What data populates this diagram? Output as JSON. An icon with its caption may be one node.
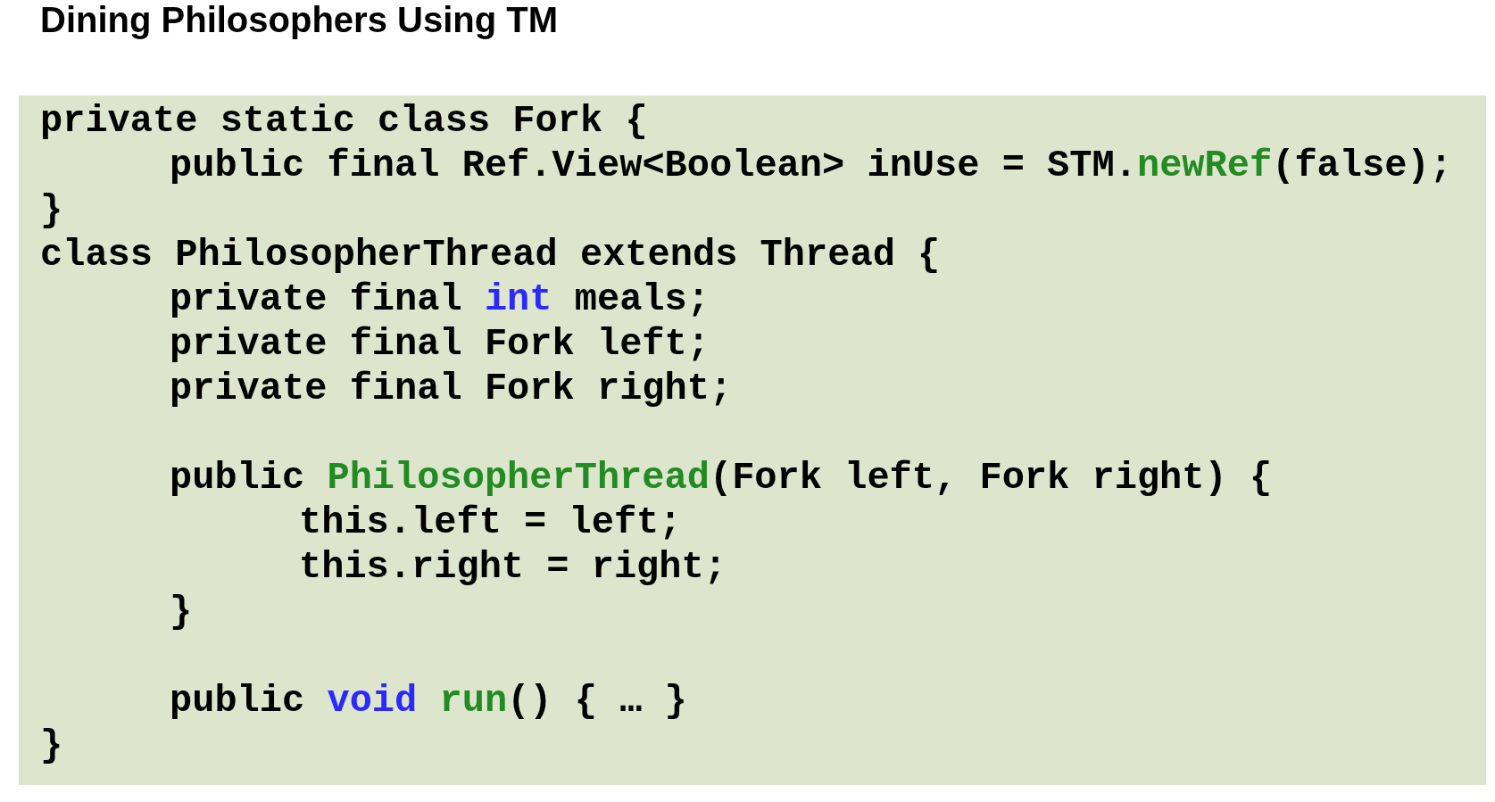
{
  "diagram": {
    "title": "Dining Philosophers Using TM",
    "nodes": [
      {
        "text": [
          "private static class Fork {",
          "public final Ref.View<Boolean> inUse = STM.newRef(false);",
          "}",
          "class PhilosopherThread extends Thread {",
          "private final int meals;",
          "private final Fork left;",
          "private final Fork right;",
          "public PhilosopherThread(Fork left, Fork right) {",
          "this.left = left;",
          "this.right = right;",
          "}",
          "public void run() { … }",
          "}"
        ]
      }
    ]
  }
}
